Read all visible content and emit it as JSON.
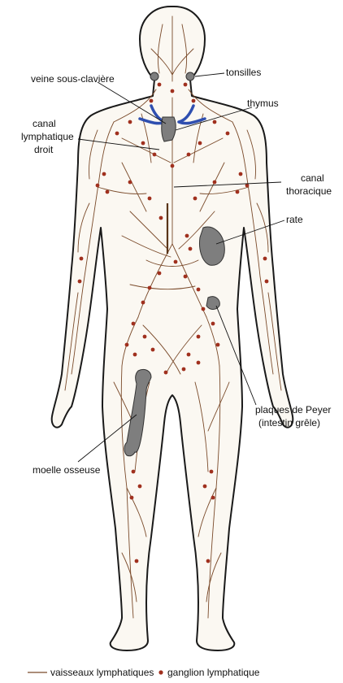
{
  "labels": {
    "veine": "veine sous-clavière",
    "tonsilles": "tonsilles",
    "thymus": "thymus",
    "canal_droit": [
      "canal",
      "lymphatique",
      "droit"
    ],
    "canal_thoracique": [
      "canal",
      "thoracique"
    ],
    "rate": "rate",
    "peyer": [
      "plaques de Peyer",
      "(intestin grêle)"
    ],
    "moelle": "moelle osseuse"
  },
  "legend": {
    "vessels": "vaisseaux lymphatiques",
    "nodes": "ganglion lymphatique"
  },
  "colors": {
    "vessel": "#7a4a2a",
    "node": "#a0301e",
    "vein": "#2f4fb0",
    "organ": "#7e7e7e"
  }
}
